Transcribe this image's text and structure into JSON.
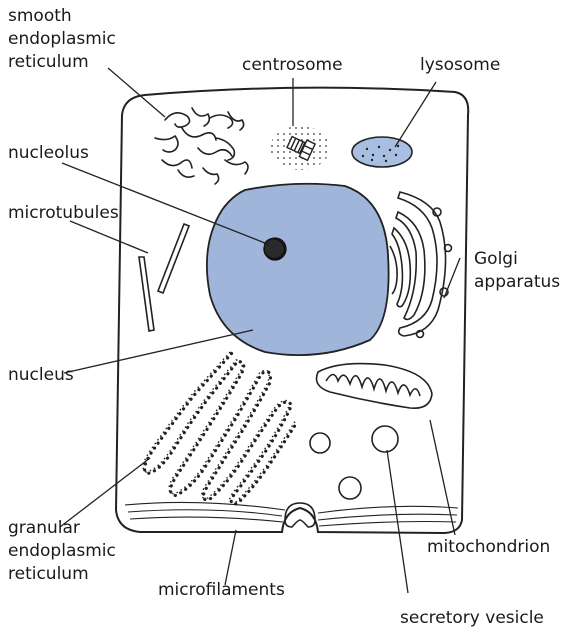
{
  "diagram": {
    "colors": {
      "nucleus_fill": "#9fb5da",
      "lysosome_fill": "#a8bfe2",
      "outline": "#222222",
      "background": "#ffffff"
    },
    "labels": {
      "smooth_er_1": "smooth",
      "smooth_er_2": "endoplasmic",
      "smooth_er_3": "reticulum",
      "centrosome": "centrosome",
      "lysosome": "lysosome",
      "nucleolus": "nucleolus",
      "microtubules": "microtubules",
      "golgi_1": "Golgi",
      "golgi_2": "apparatus",
      "nucleus": "nucleus",
      "granular_er_1": "granular",
      "granular_er_2": "endoplasmic",
      "granular_er_3": "reticulum",
      "mitochondrion": "mitochondrion",
      "microfilaments": "microfilaments",
      "secretory_vesicle": "secretory vesicle"
    }
  }
}
